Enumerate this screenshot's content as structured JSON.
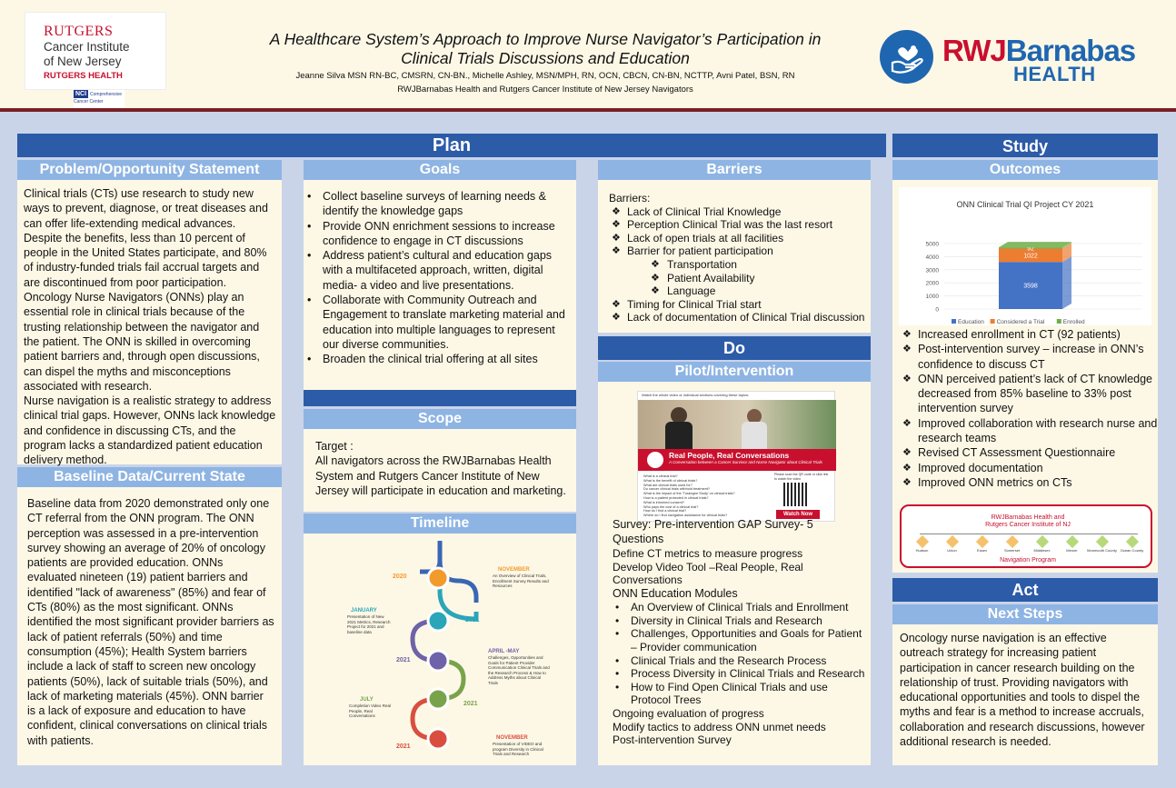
{
  "header": {
    "rutgers_logo": {
      "line1": "RUTGERS",
      "line2": "Cancer Institute",
      "line3": "of New Jersey",
      "line4": "RUTGERS HEALTH"
    },
    "nci_logo": {
      "badge": "NCI",
      "text": "Comprehensive Cancer Center"
    },
    "title_line1": "A Healthcare System’s Approach to Improve Nurse Navigator’s Participation in",
    "title_line2": "Clinical Trials Discussions and Education",
    "authors": "Jeanne Silva MSN RN-BC, CMSRN, CN-BN., Michelle Ashley, MSN/MPH, RN, OCN, CBCN, CN-BN, NCTTP, Avni Patel, BSN, RN",
    "affiliation": "RWJBarnabas Health and Rutgers Cancer Institute of New Jersey Navigators",
    "rwj_logo": {
      "part1": "RWJ",
      "part2": "Barnabas",
      "part3": "HEALTH"
    }
  },
  "plan": {
    "title": "Plan",
    "problem": {
      "heading": "Problem/Opportunity Statement",
      "text": "Clinical trials (CTs) use research to study new ways to prevent, diagnose, or treat diseases and can offer life-extending medical advances. Despite the benefits, less than 10 percent of people in the United States participate, and 80% of industry-funded trials fail accrual targets and are discontinued from poor participation. Oncology Nurse Navigators (ONNs) play an essential role in clinical trials because of the trusting relationship between the navigator and the patient. The ONN is skilled in overcoming patient barriers and, through open discussions, can dispel the myths and misconceptions associated with research.",
      "text2": "Nurse navigation is a realistic strategy to address clinical trial gaps. However, ONNs lack knowledge and confidence in discussing CTs, and the program lacks a standardized patient education delivery method."
    },
    "baseline": {
      "heading": "Baseline Data/Current State",
      "text": "Baseline data from 2020 demonstrated only one CT referral from the ONN program. The ONN perception was assessed in a pre-intervention survey showing an average of 20% of oncology patients are provided education. ONNs evaluated nineteen (19) patient barriers and identified \"lack of awareness\" (85%) and fear of CTs (80%) as the most significant. ONNs identified the most significant provider barriers as lack of patient referrals (50%) and time consumption (45%); Health System barriers include a lack of staff to screen new oncology patients (50%), lack of suitable trials (50%), and lack of marketing materials (45%). ONN barrier is a lack of exposure and education to have confident, clinical conversations on clinical trials with patients."
    },
    "goals": {
      "heading": "Goals",
      "items": [
        "Collect baseline surveys of learning needs & identify the knowledge gaps",
        "Provide ONN enrichment sessions to increase confidence to engage in CT discussions",
        "Address patient’s cultural and education gaps with a multifaceted approach, written, digital media- a video and live presentations.",
        "Collaborate with Community Outreach and Engagement to translate marketing material and education into multiple languages to represent our diverse communities.",
        "Broaden the clinical trial offering at all sites"
      ]
    },
    "scope": {
      "heading": "Scope",
      "line1": "Target :",
      "text": "All navigators across the RWJBarnabas Health System and Rutgers Cancer Institute of New Jersey will participate in education and marketing."
    },
    "timeline": {
      "heading": "Timeline",
      "events": [
        {
          "year": "2020",
          "month": "NOVEMBER",
          "desc": "An Overview of Clinical Trials, Enrollment Survey Results and Resources"
        },
        {
          "year": "2021",
          "month": "JANUARY",
          "desc": "Presentation of New 2021 Metrics, Research Project for 2021 and baseline data"
        },
        {
          "year": "2021",
          "month": "APRIL -MAY",
          "desc": "Challenges, Opportunities and Goals for Patient Provider Communication Clinical Trials and the Research Process & How to Address Myths about Clinical Trials"
        },
        {
          "year": "2021",
          "month": "JULY",
          "desc": "Completion Video Real People, Real Conversations"
        },
        {
          "year": "2021",
          "month": "NOVEMBER",
          "desc": "Presentation of VIDEO and program Diversity in Clinical Trials and Research"
        }
      ]
    },
    "barriers": {
      "heading": "Barriers",
      "intro": "Barriers:",
      "items": [
        {
          "text": "Lack of Clinical Trial Knowledge",
          "indent": false
        },
        {
          "text": "Perception Clinical Trial was the last resort",
          "indent": false
        },
        {
          "text": "Lack of open trials at all facilities",
          "indent": false
        },
        {
          "text": "Barrier for patient participation",
          "indent": false
        },
        {
          "text": "Transportation",
          "indent": true
        },
        {
          "text": "Patient Availability",
          "indent": true
        },
        {
          "text": "Language",
          "indent": true
        },
        {
          "text": "Timing for Clinical Trial start",
          "indent": false
        },
        {
          "text": "Lack of documentation of Clinical Trial discussion",
          "indent": false
        }
      ]
    }
  },
  "do": {
    "title": "Do",
    "pilot_heading": "Pilot/Intervention",
    "video_card": {
      "top_text": "Watch the whole video or individual sections covering these topics:",
      "banner_title": "Real People, Real Conversations",
      "banner_sub": "A Conversation between a Cancer Survivor and Nurse Navigator about Clinical Trials",
      "questions": [
        "What is a clinical trial?",
        "What is the benefit of clinical trials?",
        "What are clinical trials used for?",
        "Do cancer clinical trials withhold treatment?",
        "What is the impact of the 'Tuskegee Study' on clinical trials?",
        "How is a patient protected in clinical trials?",
        "What is informed consent?",
        "Who pays the cost of a clinical trial?",
        "How do I find a clinical trial?",
        "Where do I find navigation assistance for clinical trials?"
      ],
      "qr_text": "Please scan the QR code or click link to watch the video",
      "watch": "Watch Now"
    },
    "survey_line": "Survey: Pre-intervention GAP Survey- 5 Questions",
    "define_line": "Define CT metrics to measure progress",
    "develop_line": "Develop Video Tool –Real People, Real Conversations",
    "modules_heading": "ONN Education Modules",
    "modules": [
      "An Overview of Clinical Trials and Enrollment",
      "Diversity in Clinical Trials and Research",
      "Challenges, Opportunities and Goals for Patient – Provider communication",
      "Clinical Trials and the Research Process",
      "Process Diversity in Clinical Trials and Research",
      "How to Find Open Clinical Trials and use Protocol Trees"
    ],
    "after": [
      "Ongoing evaluation of progress",
      "Modify tactics to address ONN unmet needs",
      "Post-intervention Survey"
    ]
  },
  "study": {
    "title": "Study",
    "outcomes_heading": "Outcomes",
    "items": [
      "Increased enrollment in CT (92 patients)",
      "Post-intervention survey – increase in ONN’s confidence to discuss CT",
      "ONN perceived patient’s lack of CT knowledge decreased from 85% baseline to 33% post intervention survey",
      "Improved collaboration with research nurse and research teams",
      "Revised CT Assessment Questionnaire",
      "Improved documentation",
      "Improved ONN metrics on CTs"
    ],
    "nav_map": {
      "title1": "RWJBarnabas Health and",
      "title2": "Rutgers Cancer Institute of NJ",
      "counties": [
        "Hudson",
        "Union",
        "Essex",
        "Somerset",
        "Middlesex",
        "Mercer",
        "Monmouth County",
        "Ocean County"
      ],
      "footer": "Navigation Program"
    }
  },
  "act": {
    "title": "Act",
    "heading": "Next Steps",
    "text": "Oncology nurse navigation is an effective outreach strategy for increasing patient participation in cancer research building on the relationship of trust. Providing navigators with educational opportunities and tools to dispel the myths and fear is a method to increase accruals, collaboration and research discussions, however additional research is needed."
  },
  "chart_data": {
    "type": "bar",
    "stacked": true,
    "title": "ONN Clinical Trial QI Project CY 2021",
    "categories": [
      ""
    ],
    "series": [
      {
        "name": "Education",
        "values": [
          3598
        ],
        "color": "#4472c4"
      },
      {
        "name": "Considered a Trial",
        "values": [
          1022
        ],
        "color": "#ed7d31"
      },
      {
        "name": "Enrolled",
        "values": [
          92
        ],
        "color": "#70ad47"
      }
    ],
    "ylim": [
      0,
      5000
    ],
    "yticks": [
      "0",
      "1000",
      "2000",
      "3000",
      "4000",
      "5000"
    ],
    "legend": "bottom"
  },
  "colors": {
    "bar": "#2c5ba8",
    "subhead": "#8eb4e3",
    "panel": "#fdf8e6",
    "background": "#c9d4e8",
    "accent": "#7a1f25"
  }
}
